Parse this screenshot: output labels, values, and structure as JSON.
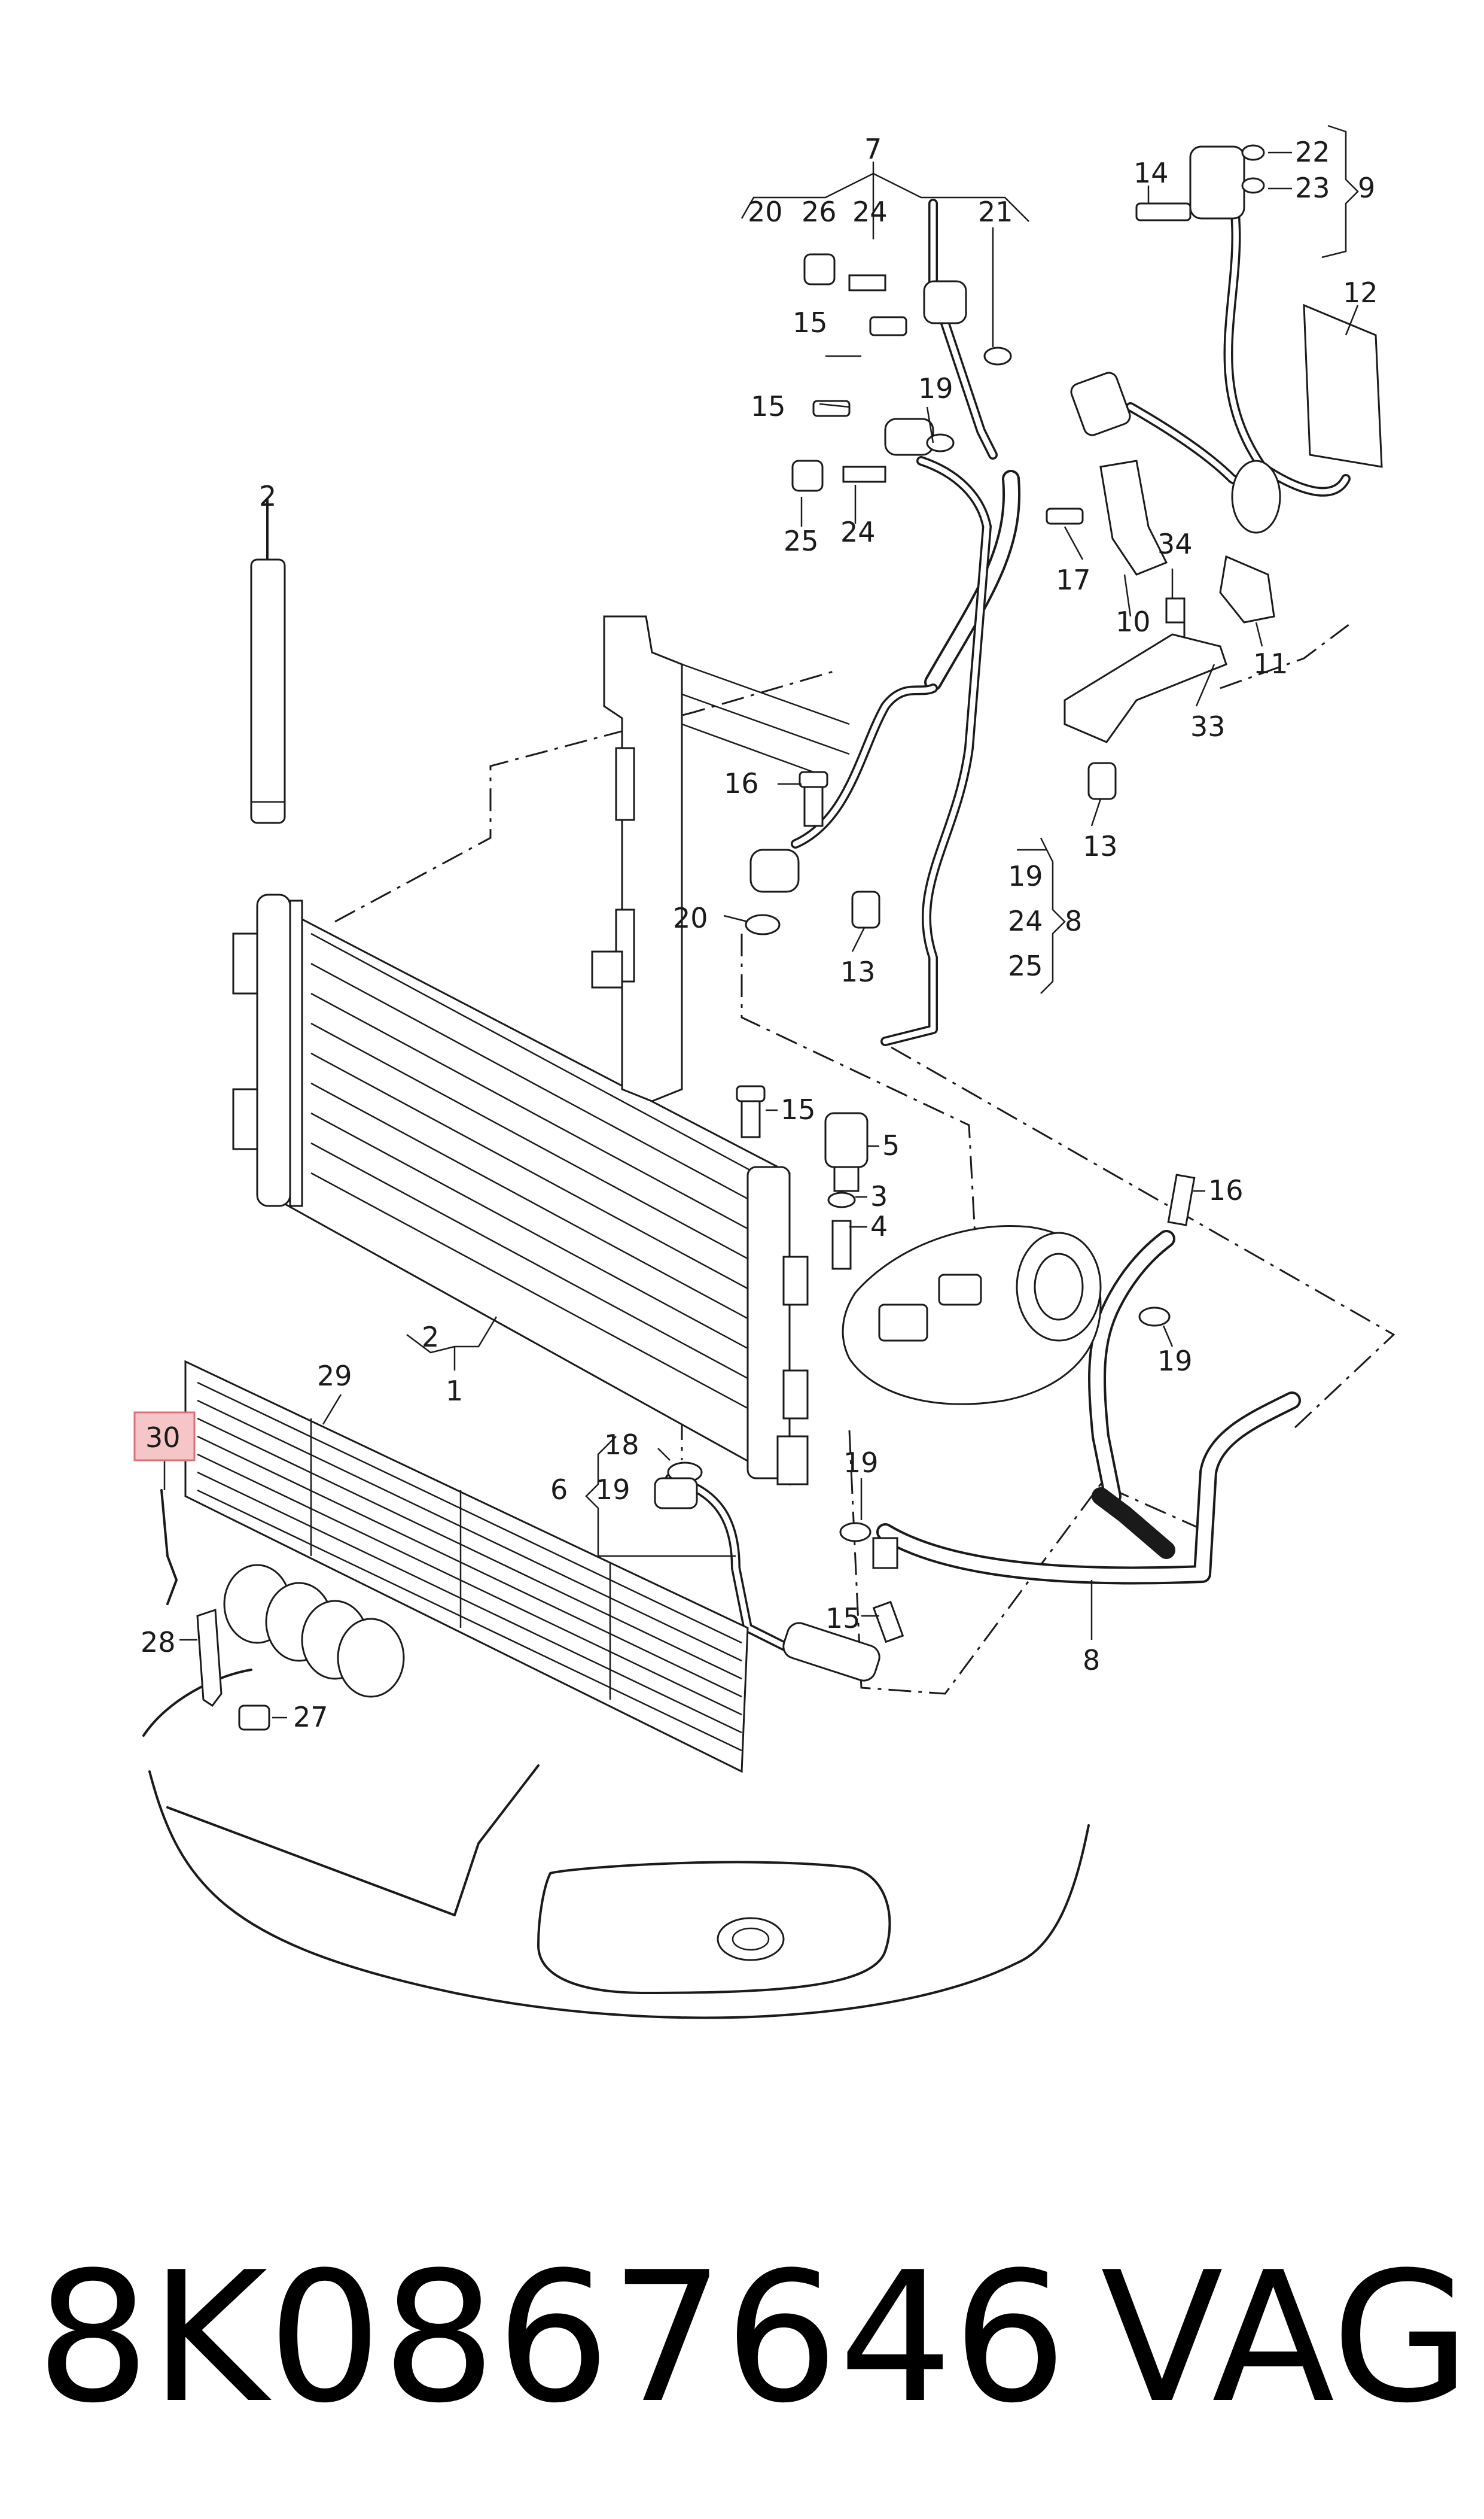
{
  "callouts": {
    "c1": "1",
    "c2a": "2",
    "c2b": "2",
    "c3": "3",
    "c4": "4",
    "c5": "5",
    "c6": "6",
    "c7": "7",
    "c8a": "8",
    "c8b": "8",
    "c9": "9",
    "c10": "10",
    "c11": "11",
    "c12": "12",
    "c13a": "13",
    "c13b": "13",
    "c14": "14",
    "c15a": "15",
    "c15b": "15",
    "c15c": "15",
    "c15d": "15",
    "c16a": "16",
    "c16b": "16",
    "c17": "17",
    "c18": "18",
    "c19a": "19",
    "c19b": "19",
    "c19c": "19",
    "c19d": "19",
    "c19e": "19",
    "c20a": "20",
    "c20b": "20",
    "c21": "21",
    "c22": "22",
    "c23": "23",
    "c24a": "24",
    "c24b": "24",
    "c24c": "24",
    "c25a": "25",
    "c25b": "25",
    "c26": "26",
    "c27": "27",
    "c28": "28",
    "c29": "29",
    "c30": "30",
    "c33": "33",
    "c34": "34"
  },
  "part_number": "8K0867646",
  "brand": "VAG",
  "highlighted_callout": "30",
  "colors": {
    "ink": "#1a1a1a",
    "highlight_fill": "#f6c5c8",
    "highlight_stroke": "#d9707a"
  }
}
